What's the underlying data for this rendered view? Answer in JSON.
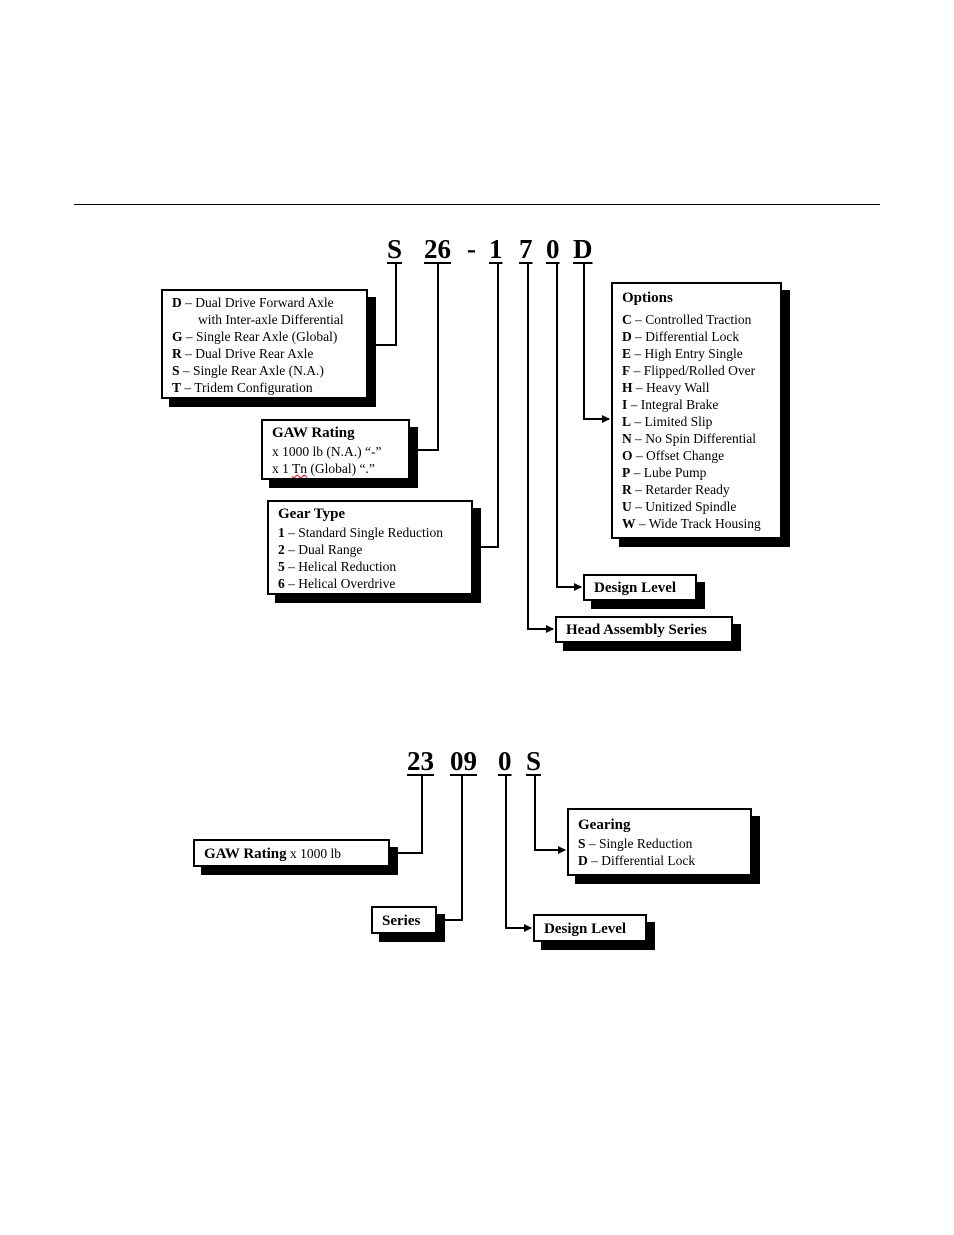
{
  "model1": {
    "code": {
      "c1": "S",
      "c2": "26",
      "c3": "-",
      "c4": "1",
      "c5": "7",
      "c6": "0",
      "c7": "D"
    },
    "configuration": {
      "lines": [
        {
          "key": "D",
          "text": " – Dual Drive Forward Axle"
        },
        {
          "key": "",
          "text": "with Inter-axle Differential"
        },
        {
          "key": "G",
          "text": " – Single Rear Axle (Global)"
        },
        {
          "key": "R",
          "text": " – Dual Drive Rear Axle"
        },
        {
          "key": "S",
          "text": " – Single Rear Axle (N.A.)"
        },
        {
          "key": "T",
          "text": " – Tridem Configuration"
        }
      ]
    },
    "gaw": {
      "title": "GAW Rating",
      "line1": "x 1000 lb (N.A.) “-”",
      "line2_pre": "x 1 ",
      "line2_word": "Tn",
      "line2_post": " (Global) “.”"
    },
    "gear": {
      "title": "Gear Type",
      "lines": [
        {
          "key": "1",
          "text": " – Standard Single Reduction"
        },
        {
          "key": "2",
          "text": " – Dual Range"
        },
        {
          "key": "5",
          "text": " – Helical Reduction"
        },
        {
          "key": "6",
          "text": " – Helical Overdrive"
        }
      ]
    },
    "options": {
      "title": "Options",
      "lines": [
        {
          "key": "C",
          "text": " – Controlled Traction"
        },
        {
          "key": "D",
          "text": " – Differential Lock"
        },
        {
          "key": "E",
          "text": " – High Entry Single"
        },
        {
          "key": "F",
          "text": " – Flipped/Rolled Over"
        },
        {
          "key": "H",
          "text": " – Heavy Wall"
        },
        {
          "key": "I",
          "text": " – Integral Brake"
        },
        {
          "key": "L",
          "text": " – Limited Slip"
        },
        {
          "key": "N",
          "text": " – No Spin Differential"
        },
        {
          "key": "O",
          "text": " – Offset Change"
        },
        {
          "key": "P",
          "text": " – Lube Pump"
        },
        {
          "key": "R",
          "text": " – Retarder Ready"
        },
        {
          "key": "U",
          "text": " – Unitized Spindle"
        },
        {
          "key": "W",
          "text": " – Wide Track Housing"
        }
      ]
    },
    "design_level": "Design Level",
    "head_series": "Head Assembly Series"
  },
  "model2": {
    "code": {
      "c1": "23",
      "c2": "09",
      "c3": "0",
      "c4": "S"
    },
    "gaw_title": "GAW Rating",
    "gaw_suffix": " x 1000 lb",
    "series": "Series",
    "design_level": "Design Level",
    "gearing": {
      "title": "Gearing",
      "lines": [
        {
          "key": "S",
          "text": " – Single Reduction"
        },
        {
          "key": "D",
          "text": " – Differential Lock"
        }
      ]
    }
  }
}
